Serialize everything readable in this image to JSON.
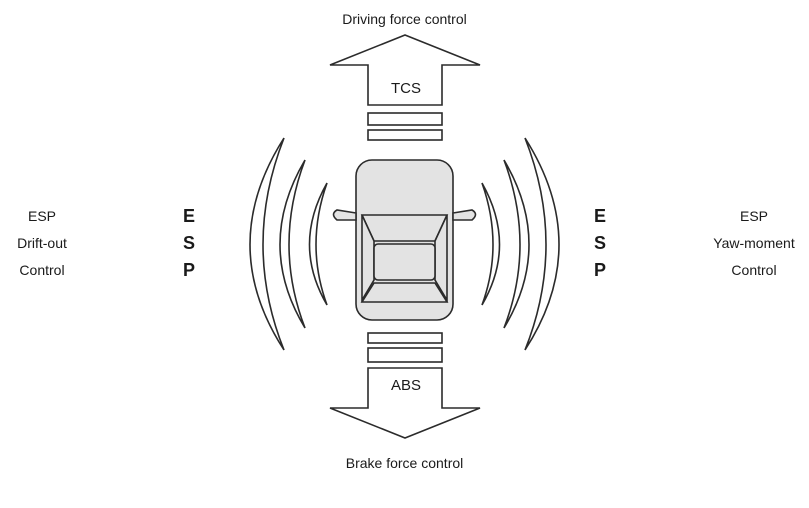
{
  "top_label": "Driving force control",
  "bottom_label": "Brake force control",
  "left_side": {
    "line1": "ESP",
    "line2": "Drift-out",
    "line3": "Control"
  },
  "right_side": {
    "line1": "ESP",
    "line2": "Yaw-moment",
    "line3": "Control"
  },
  "esp_vertical_letters": [
    "E",
    "S",
    "P"
  ],
  "tcs_label": "TCS",
  "abs_label": "ABS",
  "colors": {
    "line": "#2b2b2b",
    "car_fill": "#e3e3e3",
    "background": "#ffffff"
  }
}
